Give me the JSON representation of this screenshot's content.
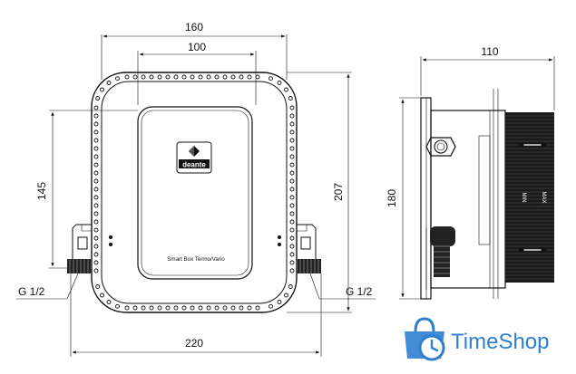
{
  "drawing": {
    "front_view": {
      "width_outer": "160",
      "width_inner": "100",
      "height_inner": "145",
      "height_outer": "207",
      "width_total": "220",
      "thread_left": "G 1/2",
      "thread_right": "G 1/2",
      "logo_text": "deante",
      "plate_label": "Smart Box Termo/Vario"
    },
    "side_view": {
      "depth": "110",
      "height": "180",
      "plate_text_a": "MIN",
      "plate_text_b": "MAX"
    }
  },
  "watermark": {
    "brand": "TimeShop",
    "icon": "shopping-bag-clock-icon",
    "color": "#2d7fd0"
  }
}
